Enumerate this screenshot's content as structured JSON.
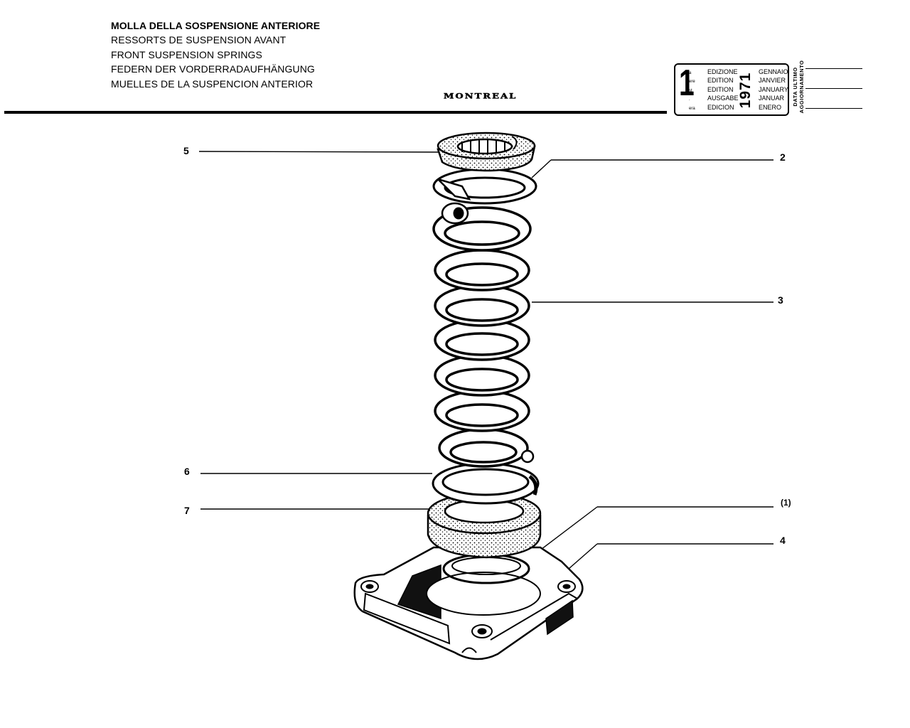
{
  "header": {
    "titles": [
      "MOLLA DELLA SOSPENSIONE ANTERIORE",
      "RESSORTS DE SUSPENSION AVANT",
      "FRONT SUSPENSION SPRINGS",
      "FEDERN DER VORDERRADAUFHÄNGUNG",
      "MUELLES DE LA SUSPENCION ANTERIOR"
    ],
    "model": "MONTREAL"
  },
  "edition": {
    "number": "1",
    "ordinal_suffixes": [
      "a",
      "ere",
      "st",
      ".",
      "era"
    ],
    "labels": [
      "EDIZIONE",
      "EDITION",
      "EDITION",
      "AUSGABE",
      "EDICION"
    ],
    "year": "1971",
    "months": [
      "GENNAIO",
      "JANVIER",
      "JANUARY",
      "JANUAR",
      "ENERO"
    ],
    "update_label_1": "DATA ULTIMO",
    "update_label_2": "AGGIORNAMENTO"
  },
  "callouts": {
    "c5": "5",
    "c2": "2",
    "c3": "3",
    "c6": "6",
    "c7": "7",
    "c1": "(1)",
    "c4": "4"
  }
}
